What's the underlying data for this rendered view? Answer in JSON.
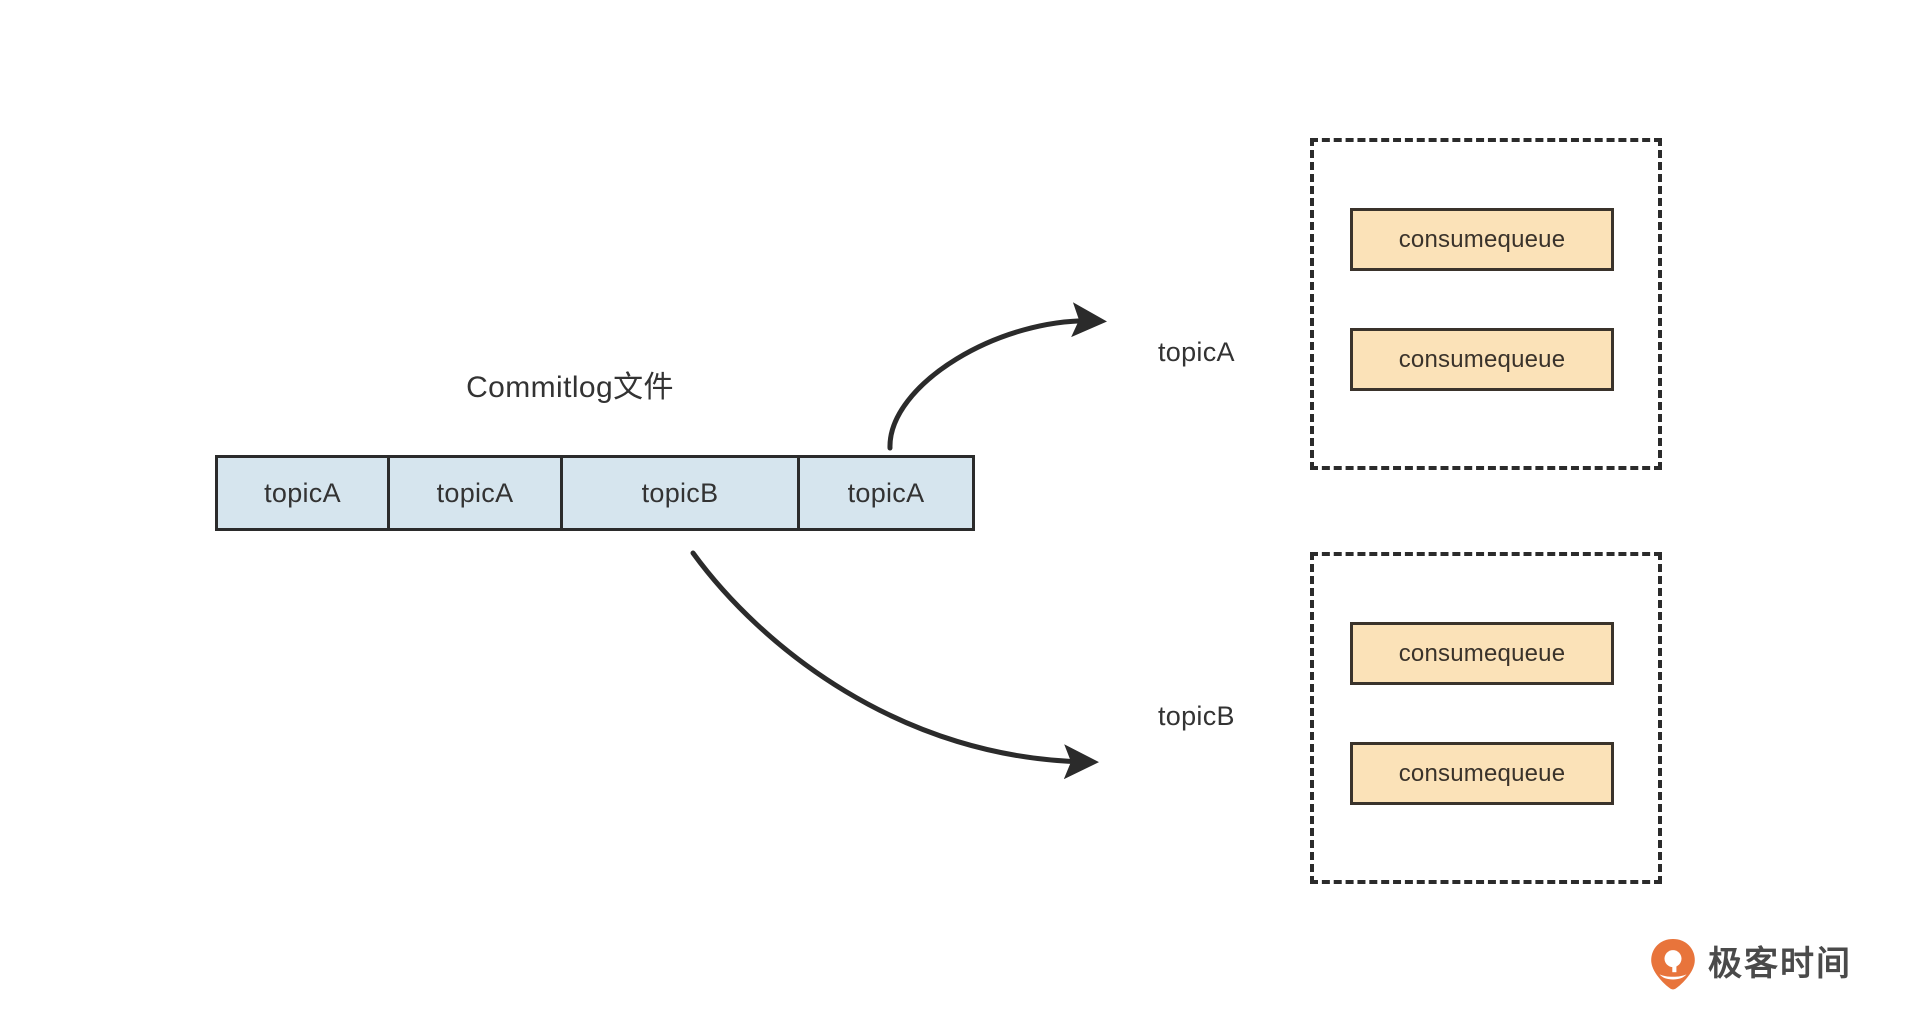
{
  "diagram": {
    "commitlog": {
      "title": "Commitlog文件",
      "cells": [
        {
          "label": "topicA"
        },
        {
          "label": "topicA"
        },
        {
          "label": "topicB"
        },
        {
          "label": "topicA"
        }
      ]
    },
    "topic_groups": [
      {
        "label": "topicA",
        "queues": [
          {
            "label": "consumequeue"
          },
          {
            "label": "consumequeue"
          }
        ]
      },
      {
        "label": "topicB",
        "queues": [
          {
            "label": "consumequeue"
          },
          {
            "label": "consumequeue"
          }
        ]
      }
    ],
    "arrows": [
      {
        "name": "commitlog-to-topicA",
        "from": "commitlog",
        "to": "topicA"
      },
      {
        "name": "commitlog-to-topicB",
        "from": "commitlog",
        "to": "topicB"
      }
    ],
    "colors": {
      "commitlog_fill": "#d6e5ee",
      "commitlog_stroke": "#2b2b2b",
      "consumequeue_fill": "#fbe2b8",
      "consumequeue_stroke": "#3a332b",
      "group_border": "#2b2b2b",
      "arrow": "#2b2b2b",
      "logo_accent": "#e8743b",
      "background": "#ffffff"
    }
  },
  "logo": {
    "text": "极客时间",
    "mark": "geektime-pin-icon"
  }
}
